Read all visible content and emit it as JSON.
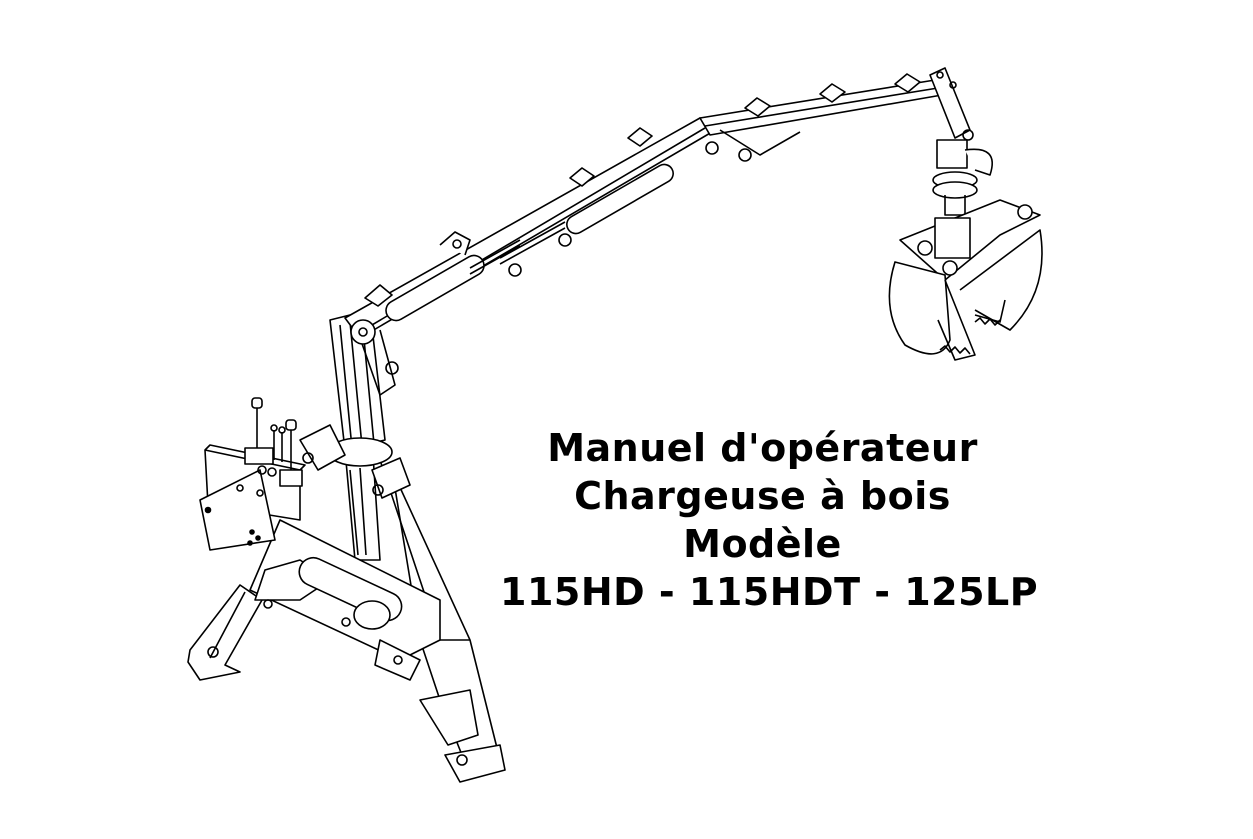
{
  "document": {
    "type": "manual-cover",
    "title_lines": [
      "Manuel d'opérateur",
      "Chargeuse à bois",
      "Modèle",
      "115HD - 115HDT - 125LP"
    ]
  },
  "illustration": {
    "subject": "wood-loader-crane-line-drawing",
    "components": [
      "stand-legs",
      "control-valve-levers",
      "column",
      "main-boom",
      "extension-boom",
      "hydraulic-cylinders",
      "rotator",
      "grapple"
    ]
  },
  "colors": {
    "background": "#ffffff",
    "ink": "#000000"
  }
}
